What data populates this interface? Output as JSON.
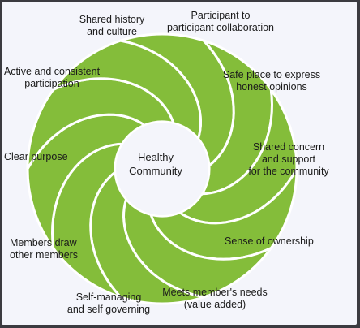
{
  "diagram": {
    "center_label_line1": "Healthy",
    "center_label_line2": "Community",
    "segments": [
      {
        "line1": "Participant to",
        "line2": "participant collaboration"
      },
      {
        "line1": "Safe place to express",
        "line2": "honest opinions"
      },
      {
        "line1": "Shared concern",
        "line2": "and support",
        "line3": "for the community"
      },
      {
        "line1": "Sense of ownership"
      },
      {
        "line1": "Meets member's needs",
        "line2": "(value added)"
      },
      {
        "line1": "Self-managing",
        "line2": "and self governing"
      },
      {
        "line1": "Members draw",
        "line2": "other members"
      },
      {
        "line1": "Clear purpose"
      },
      {
        "line1": "Active and consistent",
        "line2": "participation"
      },
      {
        "line1": "Shared history",
        "line2": "and culture"
      }
    ],
    "colors": {
      "segment_fill": "#84bd3a",
      "segment_edge": "#ffffff",
      "background": "#f4f5fb",
      "text": "#1b1b1b"
    }
  }
}
